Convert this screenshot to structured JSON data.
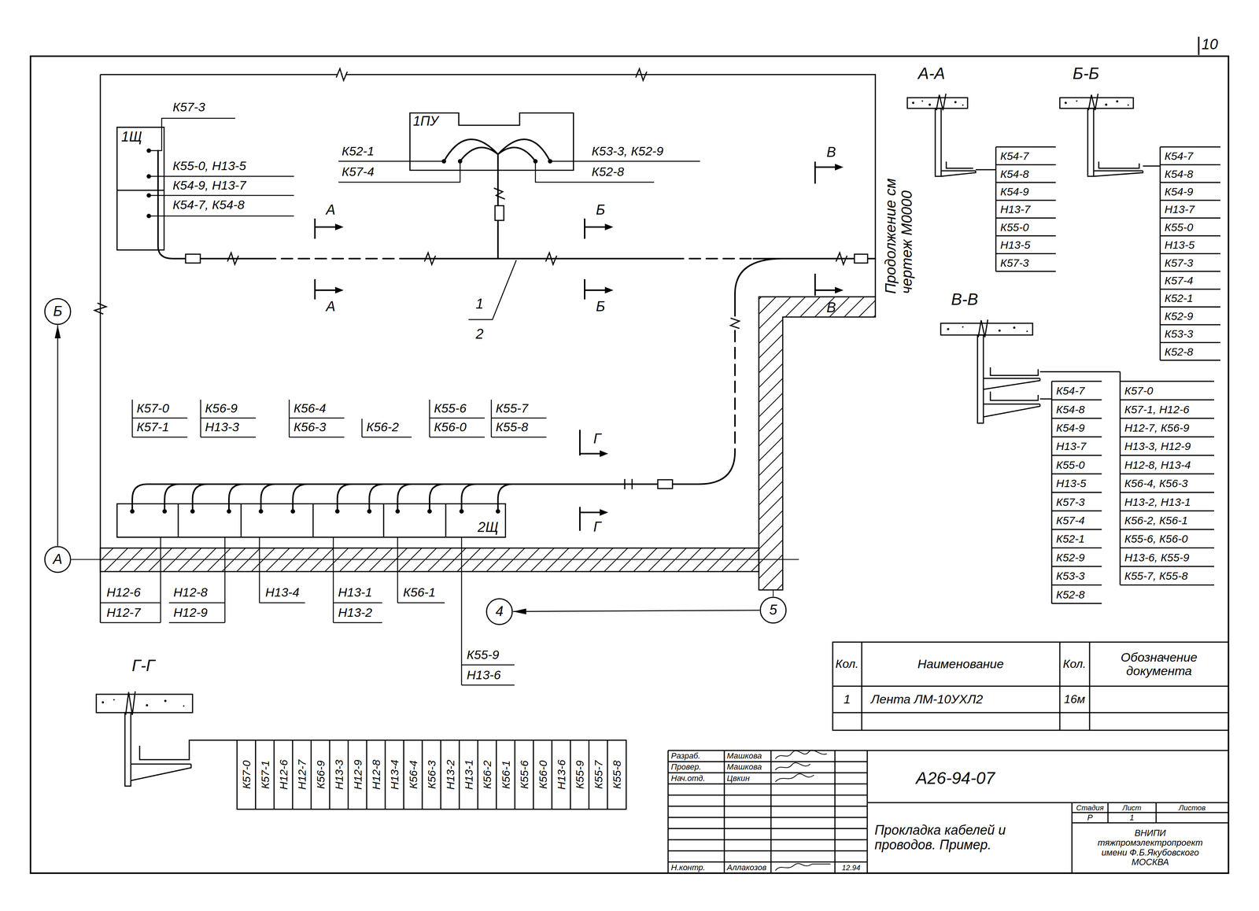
{
  "diagram": {
    "nodes": [
      {
        "text": [
          "1Щ"
        ]
      },
      {
        "text": [
          "1ПУ"
        ]
      },
      {
        "text": [
          "Б"
        ]
      },
      {
        "text": [
          "2Щ"
        ]
      },
      {
        "text": [
          "А"
        ]
      },
      {
        "text": [
          "4"
        ]
      },
      {
        "text": [
          "5"
        ]
      }
    ],
    "edges": [
      {
        "from": 4,
        "to": 2,
        "arrow": "to"
      },
      {
        "from": 6,
        "to": 5,
        "arrow": "to"
      }
    ],
    "labels": [
      "10",
      "К57-3",
      "К55-0, Н13-5",
      "К54-9, Н13-7",
      "К54-7, К54-8",
      "К52-1",
      "К57-4",
      "К53-3, К52-9",
      "К52-8",
      "А",
      "А",
      "Б",
      "Б",
      "В",
      "В",
      "Г",
      "Г",
      "1",
      "2",
      "Продолжение см чертеж М0000",
      "А-А",
      "Б-Б",
      "В-В",
      "Г-Г",
      "К54-7",
      "К54-8",
      "К54-9",
      "Н13-7",
      "К55-0",
      "Н13-5",
      "К57-3",
      "К54-7",
      "К54-8",
      "К54-9",
      "Н13-7",
      "К55-0",
      "Н13-5",
      "К57-3",
      "К57-4",
      "К52-1",
      "К52-9",
      "К53-3",
      "К52-8",
      "К54-7",
      "К54-8",
      "К54-9",
      "Н13-7",
      "К55-0",
      "Н13-5",
      "К57-3",
      "К57-4",
      "К52-1",
      "К52-9",
      "К53-3",
      "К52-8",
      "К57-0",
      "К57-1, Н12-6",
      "Н12-7, К56-9",
      "Н13-3, Н12-9",
      "Н12-8, Н13-4",
      "К56-4, К56-3",
      "Н13-2, Н13-1",
      "К56-2, К56-1",
      "К55-6, К56-0",
      "Н13-6, К55-9",
      "К55-7, К55-8",
      "К57-0",
      "К57-1",
      "К56-9",
      "Н13-3",
      "К56-4",
      "К56-3",
      "К56-2",
      "К55-6",
      "К56-0",
      "К55-7",
      "К55-8",
      "Н12-6",
      "Н12-7",
      "Н12-8",
      "Н12-9",
      "Н13-4",
      "Н13-1",
      "Н13-2",
      "К56-1",
      "К55-9",
      "Н13-6",
      "К57-0",
      "К57-1",
      "Н12-6",
      "Н12-7",
      "К56-9",
      "Н13-3",
      "Н12-9",
      "Н12-8",
      "Н13-4",
      "К56-4",
      "К56-3",
      "Н13-2",
      "Н13-1",
      "К56-2",
      "К56-1",
      "К55-6",
      "К56-0",
      "Н13-6",
      "К55-9",
      "К55-7",
      "К55-8",
      "Кол.",
      "Наименование",
      "Кол.",
      "Обозначение документа",
      "1",
      "Лента ЛМ-10УХЛ2",
      "16м",
      "Разраб.",
      "Машкова",
      "Провер.",
      "Машкова",
      "Нач.отд.",
      "Цвкин",
      "Н.контр.",
      "Аллакозов",
      "12.94",
      "А26-94-07",
      "Прокладка кабелей и проводов. Пример.",
      "Стадия",
      "Лист",
      "Листов",
      "Р",
      "1",
      "ВНИПИ тяжпромэлектропроект имени Ф.Б.Якубовского МОСКВА"
    ]
  }
}
